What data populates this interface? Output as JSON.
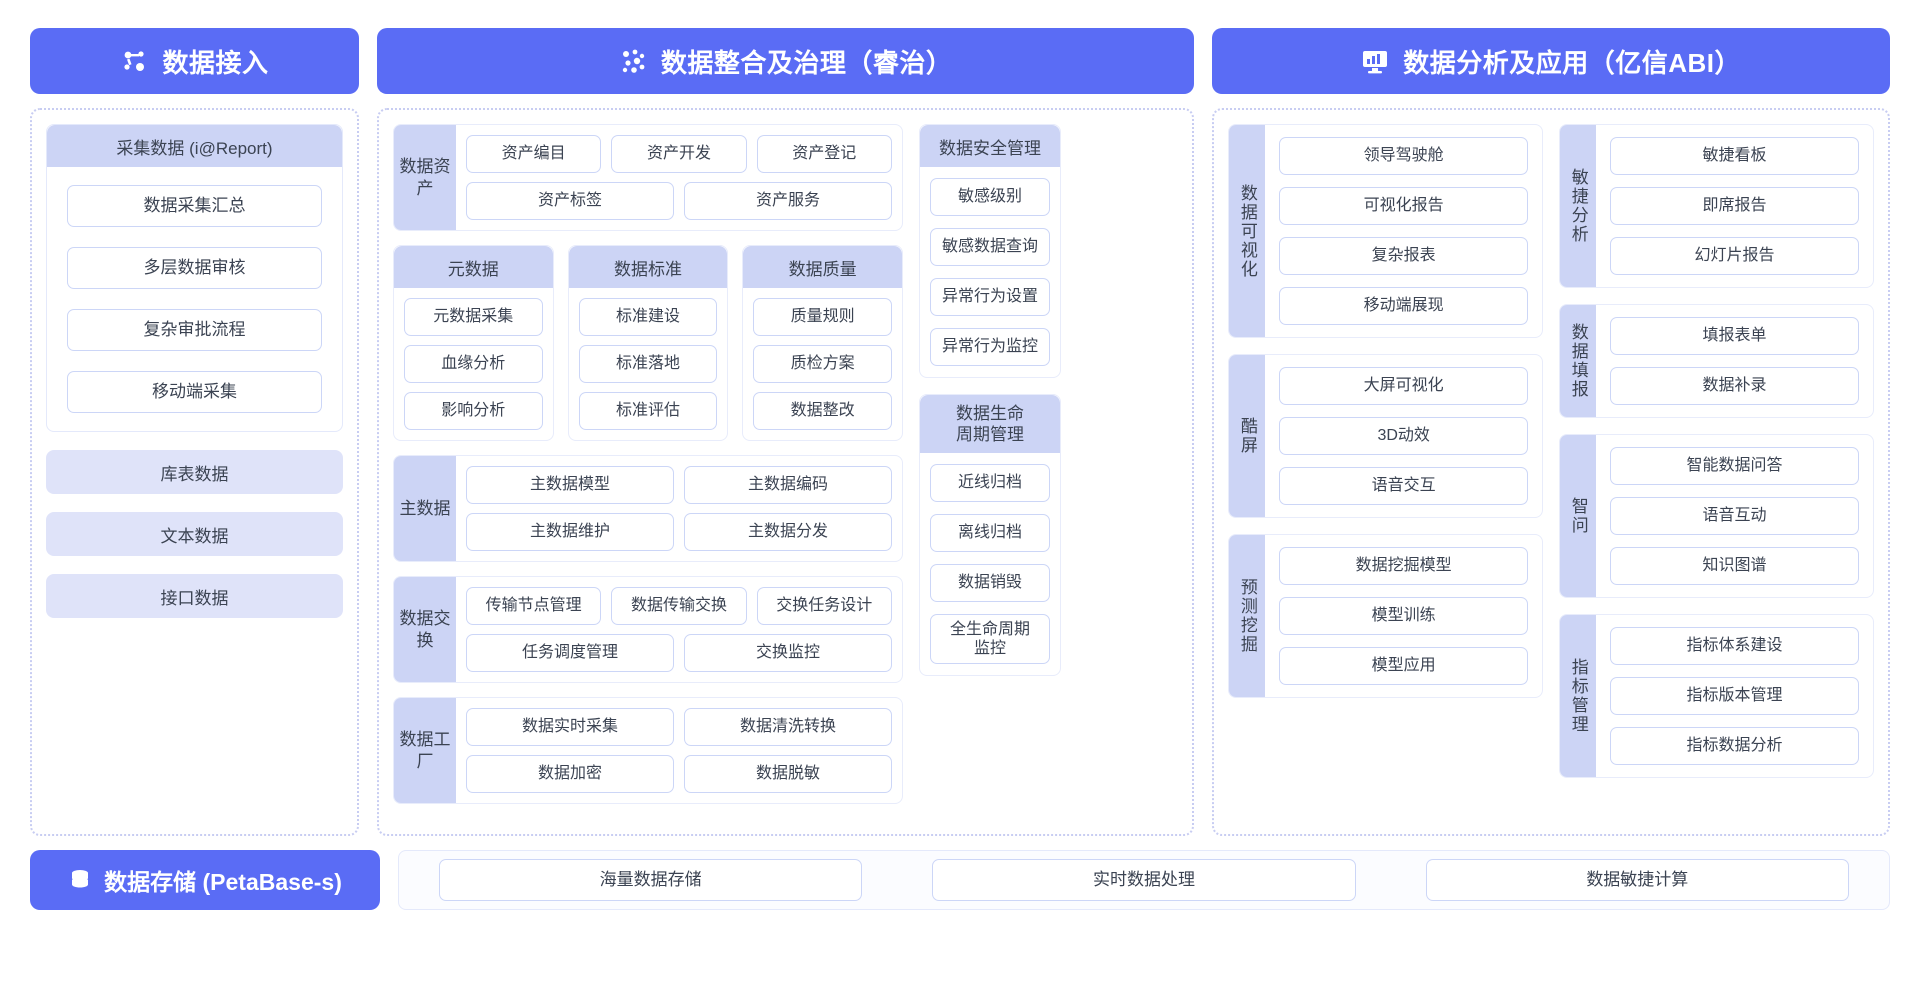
{
  "headers": [
    {
      "id": "ingest",
      "title": "数据接入",
      "icon": "nodes-network-icon"
    },
    {
      "id": "govern",
      "title": "数据整合及治理（睿治）",
      "icon": "dots-cluster-icon"
    },
    {
      "id": "analyze",
      "title": "数据分析及应用（亿信ABI）",
      "icon": "monitor-chart-icon"
    }
  ],
  "colors": {
    "brand": "#5a6cf5",
    "lavender": "#ccd4f5",
    "lavender_soft": "#dfe3f9",
    "border": "#ccd6f7"
  },
  "ingest": {
    "group_title": "采集数据 (i@Report)",
    "items": [
      "数据采集汇总",
      "多层数据审核",
      "复杂审批流程",
      "移动端采集"
    ],
    "standalone": [
      "库表数据",
      "文本数据",
      "接口数据"
    ]
  },
  "govern": {
    "asset": {
      "label": "数据资产",
      "row1": [
        "资产编目",
        "资产开发",
        "资产登记"
      ],
      "row2": [
        "资产标签",
        "资产服务"
      ]
    },
    "tri": [
      {
        "title": "元数据",
        "items": [
          "元数据采集",
          "血缘分析",
          "影响分析"
        ]
      },
      {
        "title": "数据标准",
        "items": [
          "标准建设",
          "标准落地",
          "标准评估"
        ]
      },
      {
        "title": "数据质量",
        "items": [
          "质量规则",
          "质检方案",
          "数据整改"
        ]
      }
    ],
    "master": {
      "label": "主数据",
      "row1": [
        "主数据模型",
        "主数据编码"
      ],
      "row2": [
        "主数据维护",
        "主数据分发"
      ]
    },
    "exchange": {
      "label": "数据交换",
      "row1": [
        "传输节点管理",
        "数据传输交换",
        "交换任务设计"
      ],
      "row2": [
        "任务调度管理",
        "交换监控"
      ]
    },
    "factory": {
      "label": "数据工厂",
      "row1": [
        "数据实时采集",
        "数据清洗转换"
      ],
      "row2": [
        "数据加密",
        "数据脱敏"
      ]
    },
    "security": {
      "title": "数据安全管理",
      "items": [
        "敏感级别",
        "敏感数据查询",
        "异常行为设置",
        "异常行为监控"
      ]
    },
    "lifecycle": {
      "title_line1": "数据生命",
      "title_line2": "周期管理",
      "items": [
        "近线归档",
        "离线归档",
        "数据销毁",
        "全生命周期\n监控"
      ]
    }
  },
  "analyze": {
    "left": [
      {
        "label": "数据可视化",
        "items": [
          "领导驾驶舱",
          "可视化报告",
          "复杂报表",
          "移动端展现"
        ]
      },
      {
        "label": "酷屏",
        "items": [
          "大屏可视化",
          "3D动效",
          "语音交互"
        ]
      },
      {
        "label": "预测挖掘",
        "items": [
          "数据挖掘模型",
          "模型训练",
          "模型应用"
        ]
      }
    ],
    "right": [
      {
        "label": "敏捷分析",
        "items": [
          "敏捷看板",
          "即席报告",
          "幻灯片报告"
        ]
      },
      {
        "label": "数据填报",
        "items": [
          "填报表单",
          "数据补录"
        ]
      },
      {
        "label": "智问",
        "items": [
          "智能数据问答",
          "语音互动",
          "知识图谱"
        ]
      },
      {
        "label": "指标管理",
        "items": [
          "指标体系建设",
          "指标版本管理",
          "指标数据分析"
        ]
      }
    ]
  },
  "storage": {
    "badge": "数据存储 (PetaBase-s)",
    "icon": "database-stack-icon",
    "items": [
      "海量数据存储",
      "实时数据处理",
      "数据敏捷计算"
    ]
  }
}
